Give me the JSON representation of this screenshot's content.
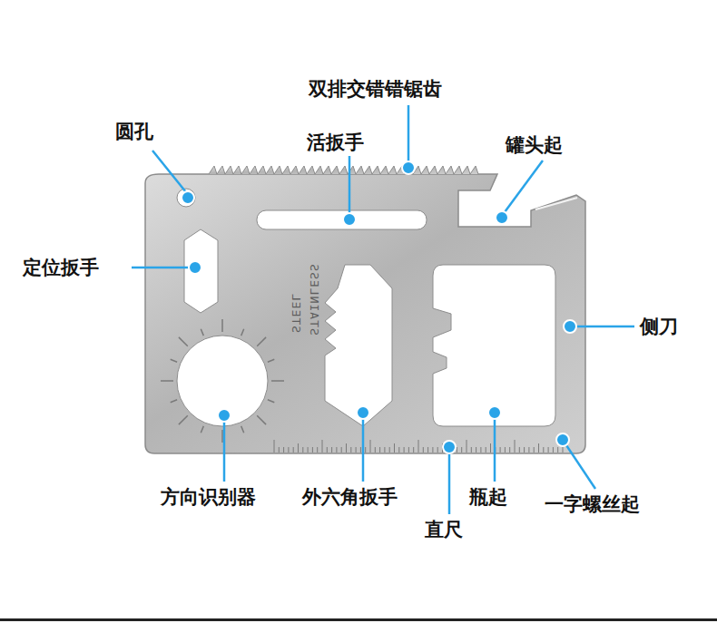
{
  "diagram": {
    "labels": [
      "双排交错错锯齿",
      "圆孔",
      "活扳手",
      "罐头起",
      "定位扳手",
      "侧刀",
      "方向识别器",
      "外六角扳手",
      "瓶起",
      "直尺",
      "一字螺丝起",
      "STAINLESS",
      "STEEL"
    ]
  }
}
